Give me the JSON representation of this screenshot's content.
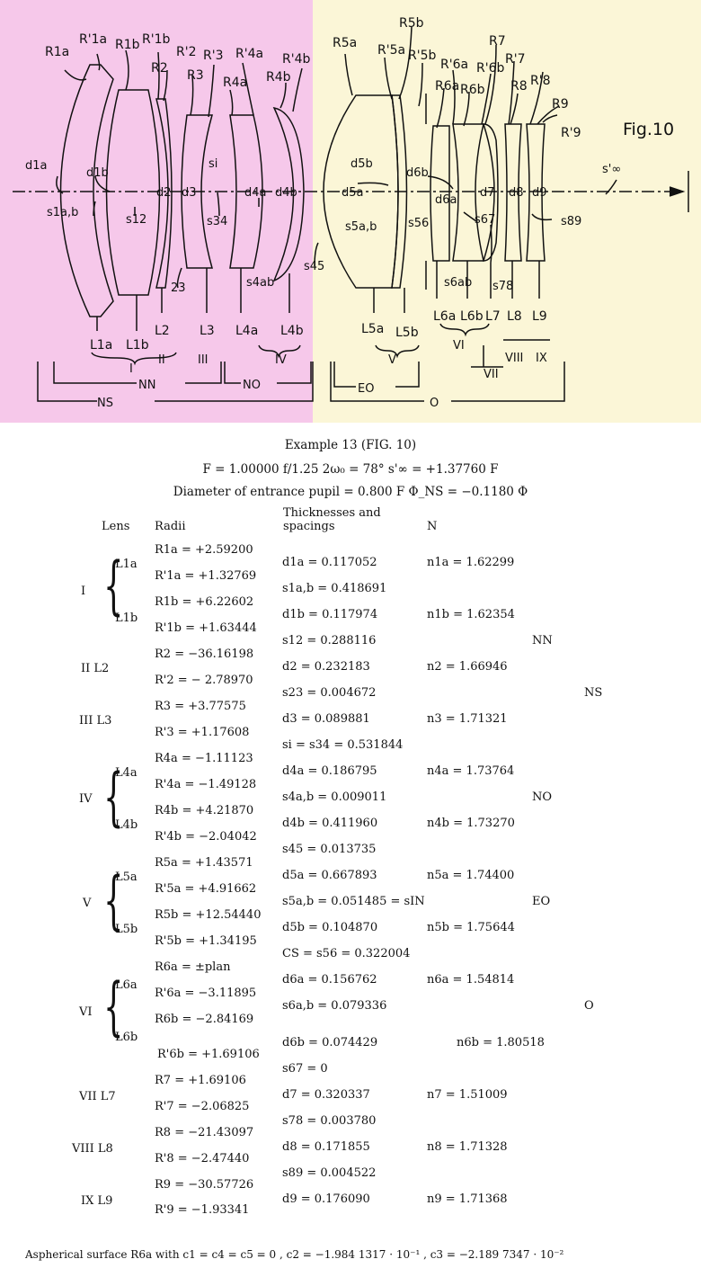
{
  "figure": {
    "label": "Fig.10",
    "surface_labels": [
      "R1a",
      "R'1a",
      "R1b",
      "R'1b",
      "R2",
      "R'2",
      "R3",
      "R'3",
      "R4a",
      "R'4a",
      "R4b",
      "R'4b",
      "R5a",
      "R'5a",
      "R5b",
      "R'5b",
      "R6a",
      "R'6a",
      "R6b",
      "R'6b",
      "R7",
      "R'7",
      "R8",
      "R'8",
      "R9",
      "R'9"
    ],
    "spacing_labels": [
      "d1a",
      "d1b",
      "s1a,b",
      "s12",
      "d2",
      "23",
      "d3",
      "s34",
      "si",
      "d4a",
      "s4ab",
      "d4b",
      "s45",
      "d5b",
      "d5a",
      "s5a,b",
      "d6b",
      "s56",
      "d6a",
      "d7",
      "s67",
      "s6ab",
      "d8",
      "d9",
      "s78",
      "s89",
      "s'∞"
    ],
    "lens_labels": [
      "L1a",
      "L1b",
      "L2",
      "L3",
      "L4a",
      "L4b",
      "L5a",
      "L5b",
      "L6a",
      "L6b",
      "L7",
      "L8",
      "L9"
    ],
    "group_labels": [
      "I",
      "II",
      "III",
      "IV",
      "V",
      "VI",
      "VII",
      "VIII",
      "IX"
    ],
    "section_labels": [
      "NN",
      "NO",
      "NS",
      "EO",
      "O"
    ]
  },
  "header": {
    "title": "Example 13 (FIG. 10)",
    "line1": "F = 1.00000    f/1.25    2ω₀ = 78°    s'∞ = +1.37760 F",
    "line2": "Diameter of entrance pupil = 0.800 F    Φ_NS = −0.1180 Φ"
  },
  "table": {
    "headers": {
      "lens": "Lens",
      "radii": "Radii",
      "thick": "Thicknesses and spacings",
      "n": "N"
    },
    "radii": [
      "R1a = +2.59200",
      "R'1a = +1.32769",
      "R1b = +6.22602",
      "R'1b = +1.63444",
      "R2 = −36.16198",
      "R'2 = − 2.78970",
      "R3 = +3.77575",
      "R'3 = +1.17608",
      "R4a = −1.11123",
      "R'4a = −1.49128",
      "R4b = +4.21870",
      "R'4b = −2.04042",
      "R5a = +1.43571",
      "R'5a = +4.91662",
      "R5b = +12.54440",
      "R'5b = +1.34195",
      "R6a = ±plan",
      "R'6a = −3.11895",
      "R6b = −2.84169",
      "R'6b = +1.69106",
      "R7 = +1.69106",
      "R'7 = −2.06825",
      "R8 = −21.43097",
      "R'8 = −2.47440",
      "R9 = −30.57726",
      "R'9 = −1.93341"
    ],
    "thicknesses": [
      "d1a = 0.117052",
      "s1a,b = 0.418691",
      "d1b = 0.117974",
      "s12 = 0.288116",
      "d2 = 0.232183",
      "s23 = 0.004672",
      "d3 = 0.089881",
      "si = s34 = 0.531844",
      "d4a = 0.186795",
      "s4a,b = 0.009011",
      "d4b = 0.411960",
      "s45 = 0.013735",
      "d5a = 0.667893",
      "s5a,b = 0.051485 = sIN",
      "d5b = 0.104870",
      "CS = s56 = 0.322004",
      "d6a = 0.156762",
      "s6a,b = 0.079336",
      "d6b = 0.074429",
      "s67 = 0",
      "d7 = 0.320337",
      "s78 = 0.003780",
      "d8 = 0.171855",
      "s89 = 0.004522",
      "d9 = 0.176090"
    ],
    "n_values": [
      "n1a = 1.62299",
      "n1b = 1.62354",
      "n2 = 1.66946",
      "n3 = 1.71321",
      "n4a = 1.73764",
      "n4b = 1.73270",
      "n5a = 1.74400",
      "n5b = 1.75644",
      "n6a = 1.54814",
      "n6b = 1.80518",
      "n7 = 1.51009",
      "n8 = 1.71328",
      "n9 = 1.71368"
    ],
    "lens_column": [
      "I",
      "L1a",
      "L1b",
      "II  L2",
      "III  L3",
      "IV",
      "L4a",
      "L4b",
      "V",
      "L5a",
      "L5b",
      "VI",
      "L6a",
      "L6b",
      "VII  L7",
      "VIII  L8",
      "IX  L9"
    ],
    "groups": [
      "NN",
      "NS",
      "NO",
      "EO",
      "O"
    ]
  },
  "footnote": "Aspherical surface R6a with c1 = c4 = c5 = 0 , c2 = −1.984 1317 · 10⁻¹ , c3 = −2.189 7347 · 10⁻²",
  "colors": {
    "pink_panel": "#f6c8ea",
    "yellow_panel": "#fbf6d7"
  }
}
